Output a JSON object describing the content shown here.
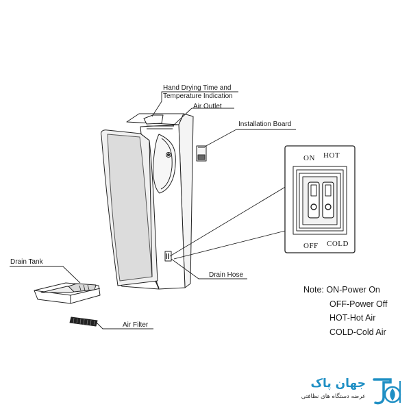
{
  "labels": {
    "hand_drying_line1": "Hand Drying Time and",
    "hand_drying_line2": "Temperature Indication",
    "air_outlet": "Air Outlet",
    "installation_board": "Installation Board",
    "drain_tank": "Drain Tank",
    "drain_hose": "Drain Hose",
    "air_filter": "Air Filter"
  },
  "switch_panel": {
    "on": "ON",
    "hot": "HOT",
    "off": "OFF",
    "cold": "COLD"
  },
  "note": {
    "title": "Note:",
    "items": [
      "ON-Power On",
      "OFF-Power Off",
      "HOT-Hot Air",
      "COLD-Cold Air"
    ]
  },
  "logo": {
    "title": "جهان پاک",
    "subtitle": "عرضه دستگاه های نظافتی",
    "icon": "hand-dryer-logo-icon",
    "color": "#1f8fc4"
  }
}
